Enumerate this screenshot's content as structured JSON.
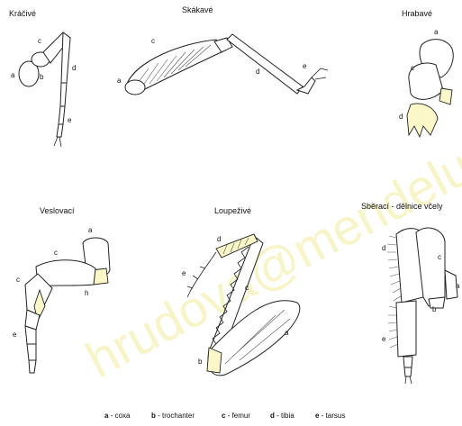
{
  "watermark": "hrudova@mendelu.cz",
  "legs": {
    "walking": {
      "title": "Kráčivé",
      "labels": {
        "a": "a",
        "b": "b",
        "c": "c",
        "d": "d",
        "e": "e"
      }
    },
    "jumping": {
      "title": "Skákavé",
      "labels": {
        "a": "a",
        "c": "c",
        "d": "d",
        "e": "e"
      }
    },
    "digging": {
      "title": "Hrabavé",
      "labels": {
        "a": "a",
        "c": "c",
        "d": "d"
      }
    },
    "swimming": {
      "title": "Veslovací",
      "labels": {
        "a": "a",
        "c": "c",
        "e": "e",
        "h": "h",
        "c2": "c"
      }
    },
    "raptorial": {
      "title": "Loupeživé",
      "labels": {
        "d": "d",
        "e": "e",
        "c": "c",
        "a": "a",
        "b": "b"
      }
    },
    "collecting": {
      "title": "Sběrací - dělnice včely",
      "labels": {
        "d": "d",
        "c": "c",
        "b": "b",
        "e": "e",
        "a": "a"
      }
    }
  },
  "legend": [
    {
      "key": "a",
      "text": " - coxa"
    },
    {
      "key": "b",
      "text": " - trochanter"
    },
    {
      "key": "c",
      "text": " - femur"
    },
    {
      "key": "d",
      "text": " - tibia"
    },
    {
      "key": "e",
      "text": " - tarsus"
    }
  ],
  "colors": {
    "pale_fill": "#fbf7c8",
    "outline": "#222222",
    "watermark": "#f1ec9a"
  }
}
